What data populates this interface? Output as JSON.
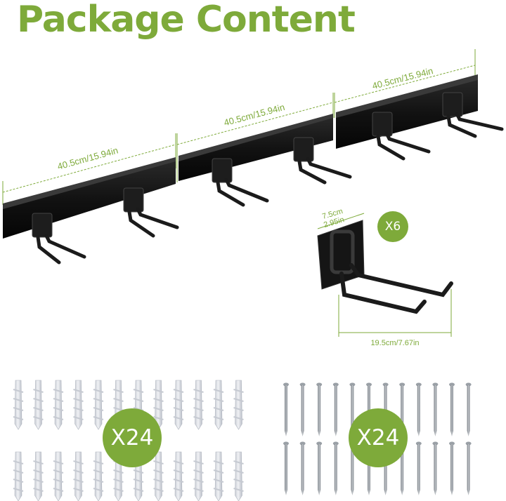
{
  "title": "Package Content",
  "colors": {
    "accent": "#7eaa3a",
    "rail": "#141414",
    "hook": "#1b1b1b",
    "anchor": "#d9dce3",
    "screw": "#9aa0a6"
  },
  "rails": {
    "segment_label": "40.5cm/15.94in",
    "labels": [
      "40.5cm/15.94in",
      "40.5cm/15.94in",
      "40.5cm/15.94in"
    ]
  },
  "hook_detail": {
    "height_label_cm": "7.5cm",
    "height_label_in": "2.95in",
    "length_label": "19.5cm/7.67in",
    "quantity": "X6"
  },
  "anchors": {
    "quantity": "X24"
  },
  "screws": {
    "quantity": "X24"
  }
}
